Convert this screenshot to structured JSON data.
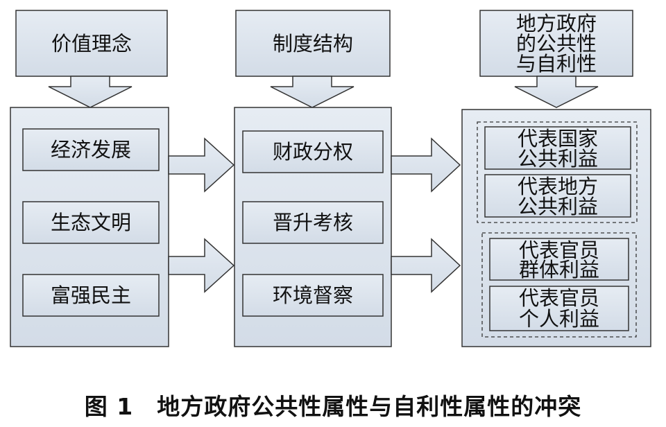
{
  "columns": [
    {
      "header": [
        "价值理念"
      ],
      "items": [
        [
          "经济发展"
        ],
        [
          "生态文明"
        ],
        [
          "富强民主"
        ]
      ]
    },
    {
      "header": [
        "制度结构"
      ],
      "items": [
        [
          "财政分权"
        ],
        [
          "晋升考核"
        ],
        [
          "环境督察"
        ]
      ]
    },
    {
      "header": [
        "地方政府",
        "的公共性",
        "与自利性"
      ],
      "groups": [
        [
          [
            "代表国家",
            "公共利益"
          ],
          [
            "代表地方",
            "公共利益"
          ]
        ],
        [
          [
            "代表官员",
            "群体利益"
          ],
          [
            "代表官员",
            "个人利益"
          ]
        ]
      ]
    }
  ],
  "caption": {
    "label": "图 1",
    "title": "地方政府公共性属性与自利性属性的冲突"
  },
  "colors": {
    "box_fill": "#dbe3ec",
    "stroke": "#333333"
  }
}
